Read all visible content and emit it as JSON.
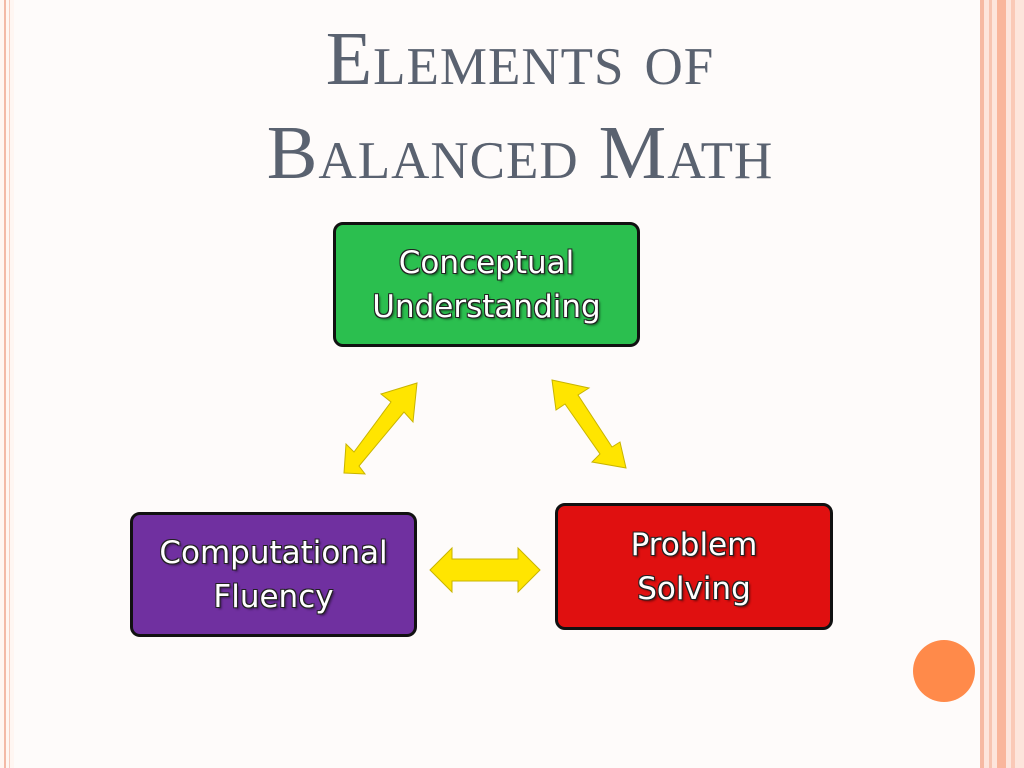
{
  "slide": {
    "title_line1": "Elements of",
    "title_line2": "Balanced Math"
  },
  "diagram": {
    "nodes": [
      {
        "id": "conceptual",
        "label": "Conceptual\nUnderstanding",
        "color": "#2bbf4f"
      },
      {
        "id": "computational",
        "label": "Computational\nFluency",
        "color": "#7030a0"
      },
      {
        "id": "problem",
        "label": "Problem\nSolving",
        "color": "#e01010"
      }
    ],
    "edges": [
      {
        "from": "conceptual",
        "to": "computational",
        "type": "bidirectional"
      },
      {
        "from": "conceptual",
        "to": "problem",
        "type": "bidirectional"
      },
      {
        "from": "computational",
        "to": "problem",
        "type": "bidirectional"
      }
    ],
    "arrow_color": "#ffe500"
  },
  "decor": {
    "accent_dot_color": "#ff8a4a"
  }
}
